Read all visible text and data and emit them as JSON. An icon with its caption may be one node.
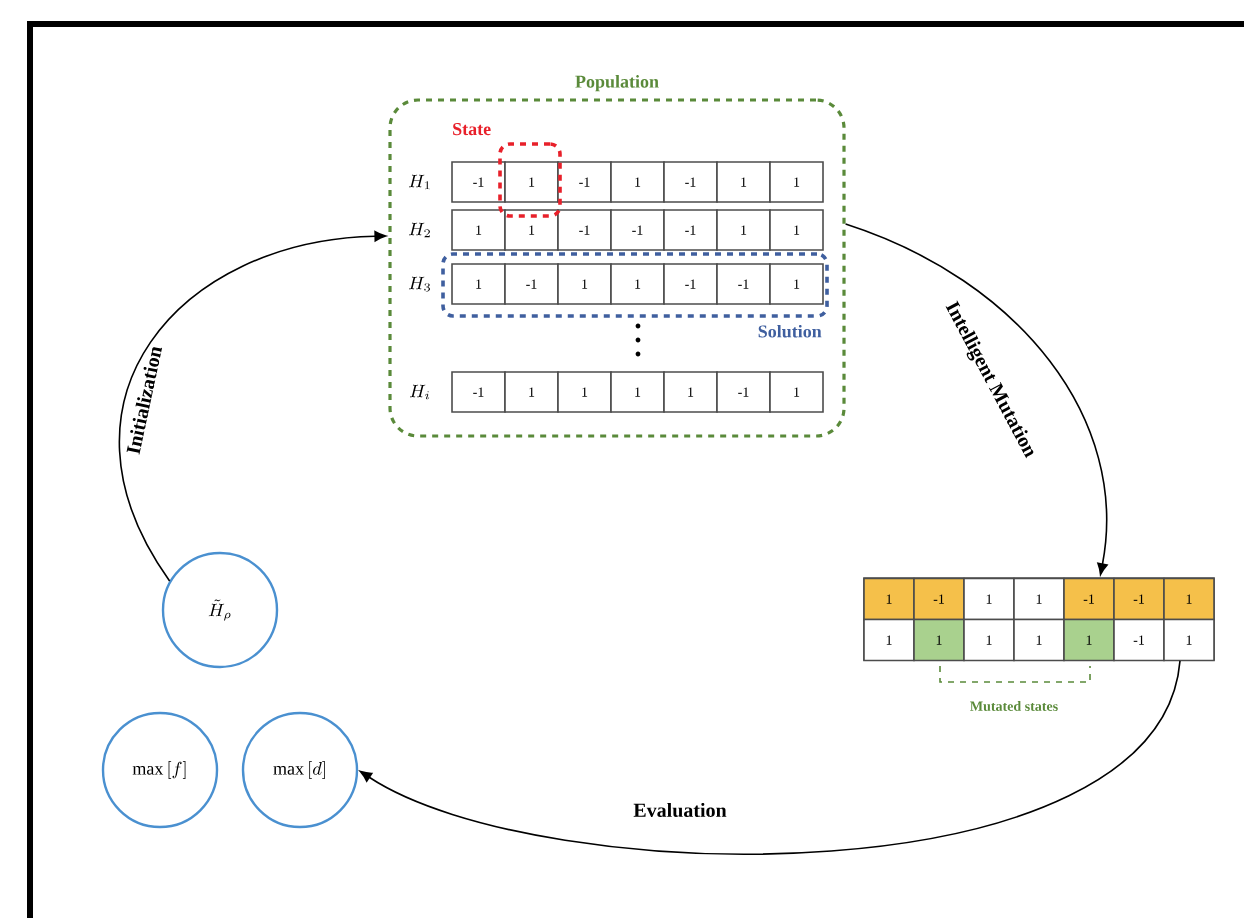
{
  "diagram": {
    "nodes": [
      {
        "text": [
          "Population"
        ]
      },
      {
        "text": [
          "State"
        ],
        "in": 0
      },
      {
        "text": [
          "Solution"
        ],
        "in": 0
      },
      {
        "text": [],
        "shape": "box"
      },
      {
        "text": [
          "\\tilde{H}_{\\rho}"
        ]
      },
      {
        "text": [
          "\\max\\left[f\\right]"
        ]
      },
      {
        "text": [
          "\\max\\left[d\\right]"
        ]
      }
    ],
    "edges": [
      {
        "from": 4,
        "to": 0,
        "arrow": "to",
        "label": "Initialization"
      },
      {
        "from": 0,
        "to": 3,
        "arrow": "to",
        "label": "Intelligent Mutation"
      },
      {
        "from": 3,
        "to": 6,
        "arrow": "to",
        "label": "Evaluation"
      }
    ],
    "labels": [
      "H_{1}",
      "-1",
      "1",
      "-1",
      "1",
      "-1",
      "1",
      "1",
      "H_{2}",
      "1",
      "1",
      "-1",
      "-1",
      "-1",
      "1",
      "1",
      "H_{3}",
      "1",
      "-1",
      "1",
      "1",
      "-1",
      "-1",
      "1",
      "H_{i}",
      "-1",
      "1",
      "1",
      "1",
      "1",
      "-1",
      "1",
      "1",
      "-1",
      "1",
      "1",
      "-1",
      "-1",
      "1",
      "1",
      "1",
      "1",
      "1",
      "1",
      "-1",
      "1",
      "Mutated states"
    ]
  }
}
